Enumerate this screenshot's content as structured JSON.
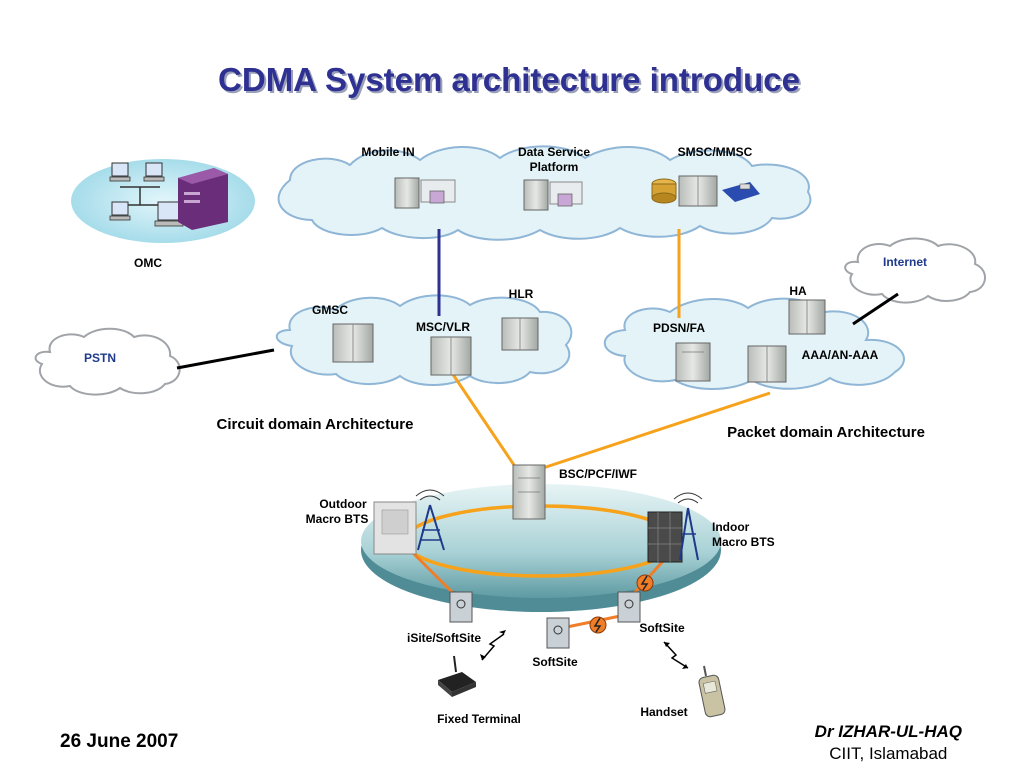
{
  "title": "CDMA System architecture introduce",
  "nodes": {
    "mobile_in": "Mobile IN",
    "data_service_line1": "Data Service",
    "data_service_line2": "Platform",
    "smsc_mmsc": "SMSC/MMSC",
    "omc": "OMC",
    "internet": "Internet",
    "pstn": "PSTN",
    "gmsc": "GMSC",
    "msc_vlr": "MSC/VLR",
    "hlr": "HLR",
    "ha": "HA",
    "pdsn_fa": "PDSN/FA",
    "aaa": "AAA/AN-AAA",
    "bsc": "BSC/PCF/IWF",
    "outdoor_line1": "Outdoor",
    "outdoor_line2": "Macro BTS",
    "indoor_line1": "Indoor",
    "indoor_line2": "Macro BTS",
    "isite": "iSite/SoftSite",
    "softsite_right": "SoftSite",
    "softsite_mid": "SoftSite",
    "fixed_terminal": "Fixed Terminal",
    "handset": "Handset"
  },
  "domains": {
    "circuit": "Circuit domain Architecture",
    "packet": "Packet domain Architecture"
  },
  "footer": {
    "date": "26 June 2007",
    "author": "Dr IZHAR-UL-HAQ",
    "institution": "CIIT, Islamabad"
  },
  "colors": {
    "title": "#2e3192",
    "cloud_fill": "#e4f3f7",
    "cloud_stroke": "#8fb6d6",
    "link_navy": "#2e3192",
    "link_orange": "#f7a21b",
    "link_black": "#000000"
  }
}
